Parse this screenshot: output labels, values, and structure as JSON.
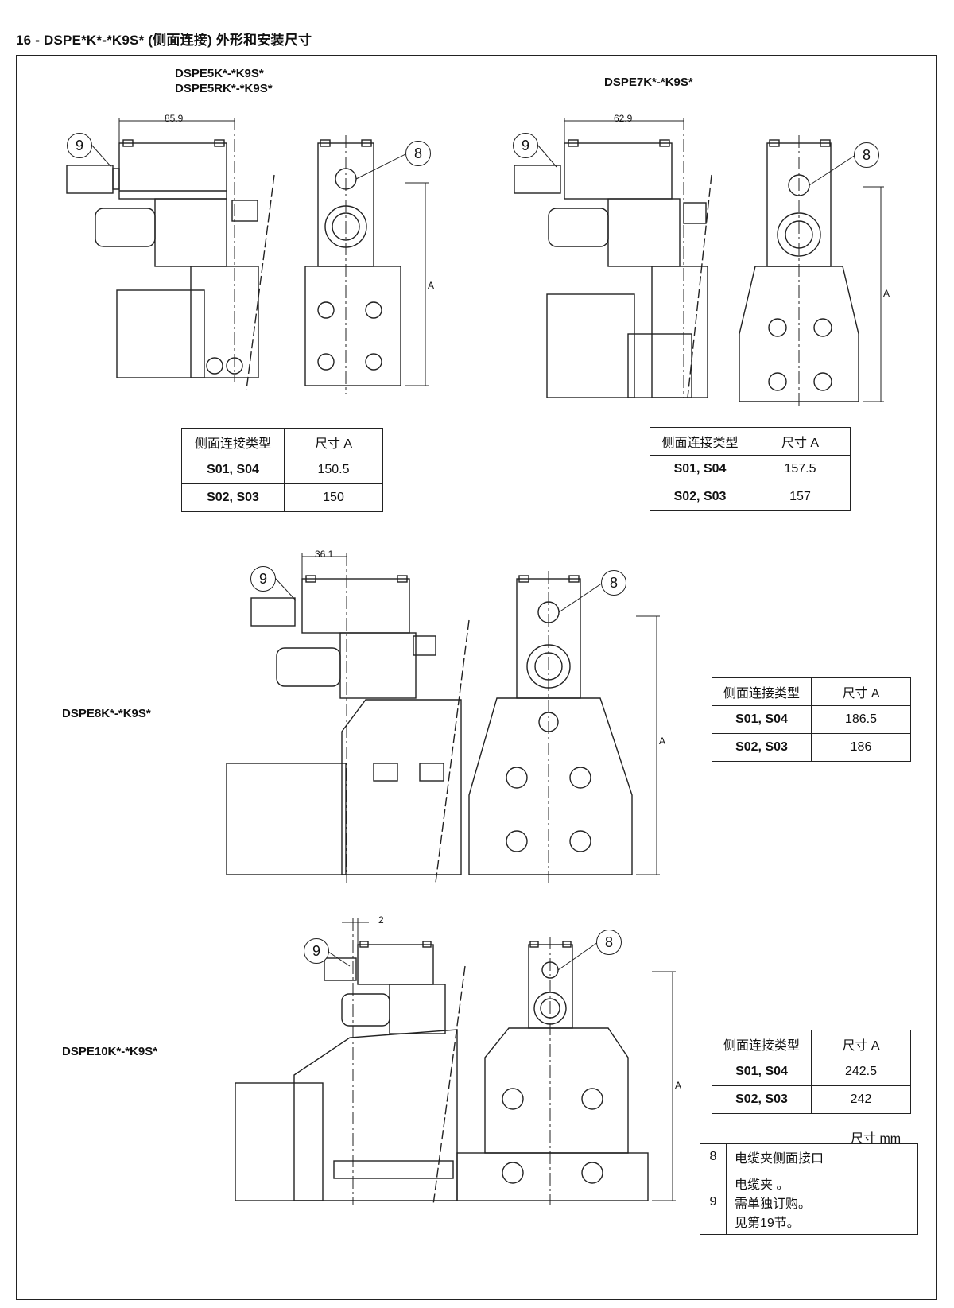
{
  "page_title": "16 - DSPE*K*-*K9S* (侧面连接) 外形和安装尺寸",
  "sections": [
    {
      "labels": [
        "DSPE5K*-*K9S*",
        "DSPE5RK*-*K9S*"
      ],
      "offset": "85.9",
      "table": {
        "header": [
          "侧面连接类型",
          "尺寸 A"
        ],
        "rows": [
          [
            "S01, S04",
            "150.5"
          ],
          [
            "S02, S03",
            "150"
          ]
        ]
      }
    },
    {
      "labels": [
        "DSPE7K*-*K9S*"
      ],
      "offset": "62.9",
      "table": {
        "header": [
          "侧面连接类型",
          "尺寸 A"
        ],
        "rows": [
          [
            "S01, S04",
            "157.5"
          ],
          [
            "S02, S03",
            "157"
          ]
        ]
      }
    },
    {
      "labels": [
        "DSPE8K*-*K9S*"
      ],
      "offset": "36.1",
      "table": {
        "header": [
          "侧面连接类型",
          "尺寸 A"
        ],
        "rows": [
          [
            "S01, S04",
            "186.5"
          ],
          [
            "S02, S03",
            "186"
          ]
        ]
      }
    },
    {
      "labels": [
        "DSPE10K*-*K9S*"
      ],
      "offset": "2",
      "table": {
        "header": [
          "侧面连接类型",
          "尺寸 A"
        ],
        "rows": [
          [
            "S01, S04",
            "242.5"
          ],
          [
            "S02, S03",
            "242"
          ]
        ]
      }
    }
  ],
  "dimension_label": "A",
  "callouts": {
    "cable_clamp": "9",
    "side_port": "8"
  },
  "unit_note": "尺寸  mm",
  "legend": [
    {
      "num": "8",
      "lines": [
        "电缆夹侧面接口"
      ]
    },
    {
      "num": "9",
      "lines": [
        "电缆夹 。",
        "需单独订购。",
        "见第19节。"
      ]
    }
  ]
}
